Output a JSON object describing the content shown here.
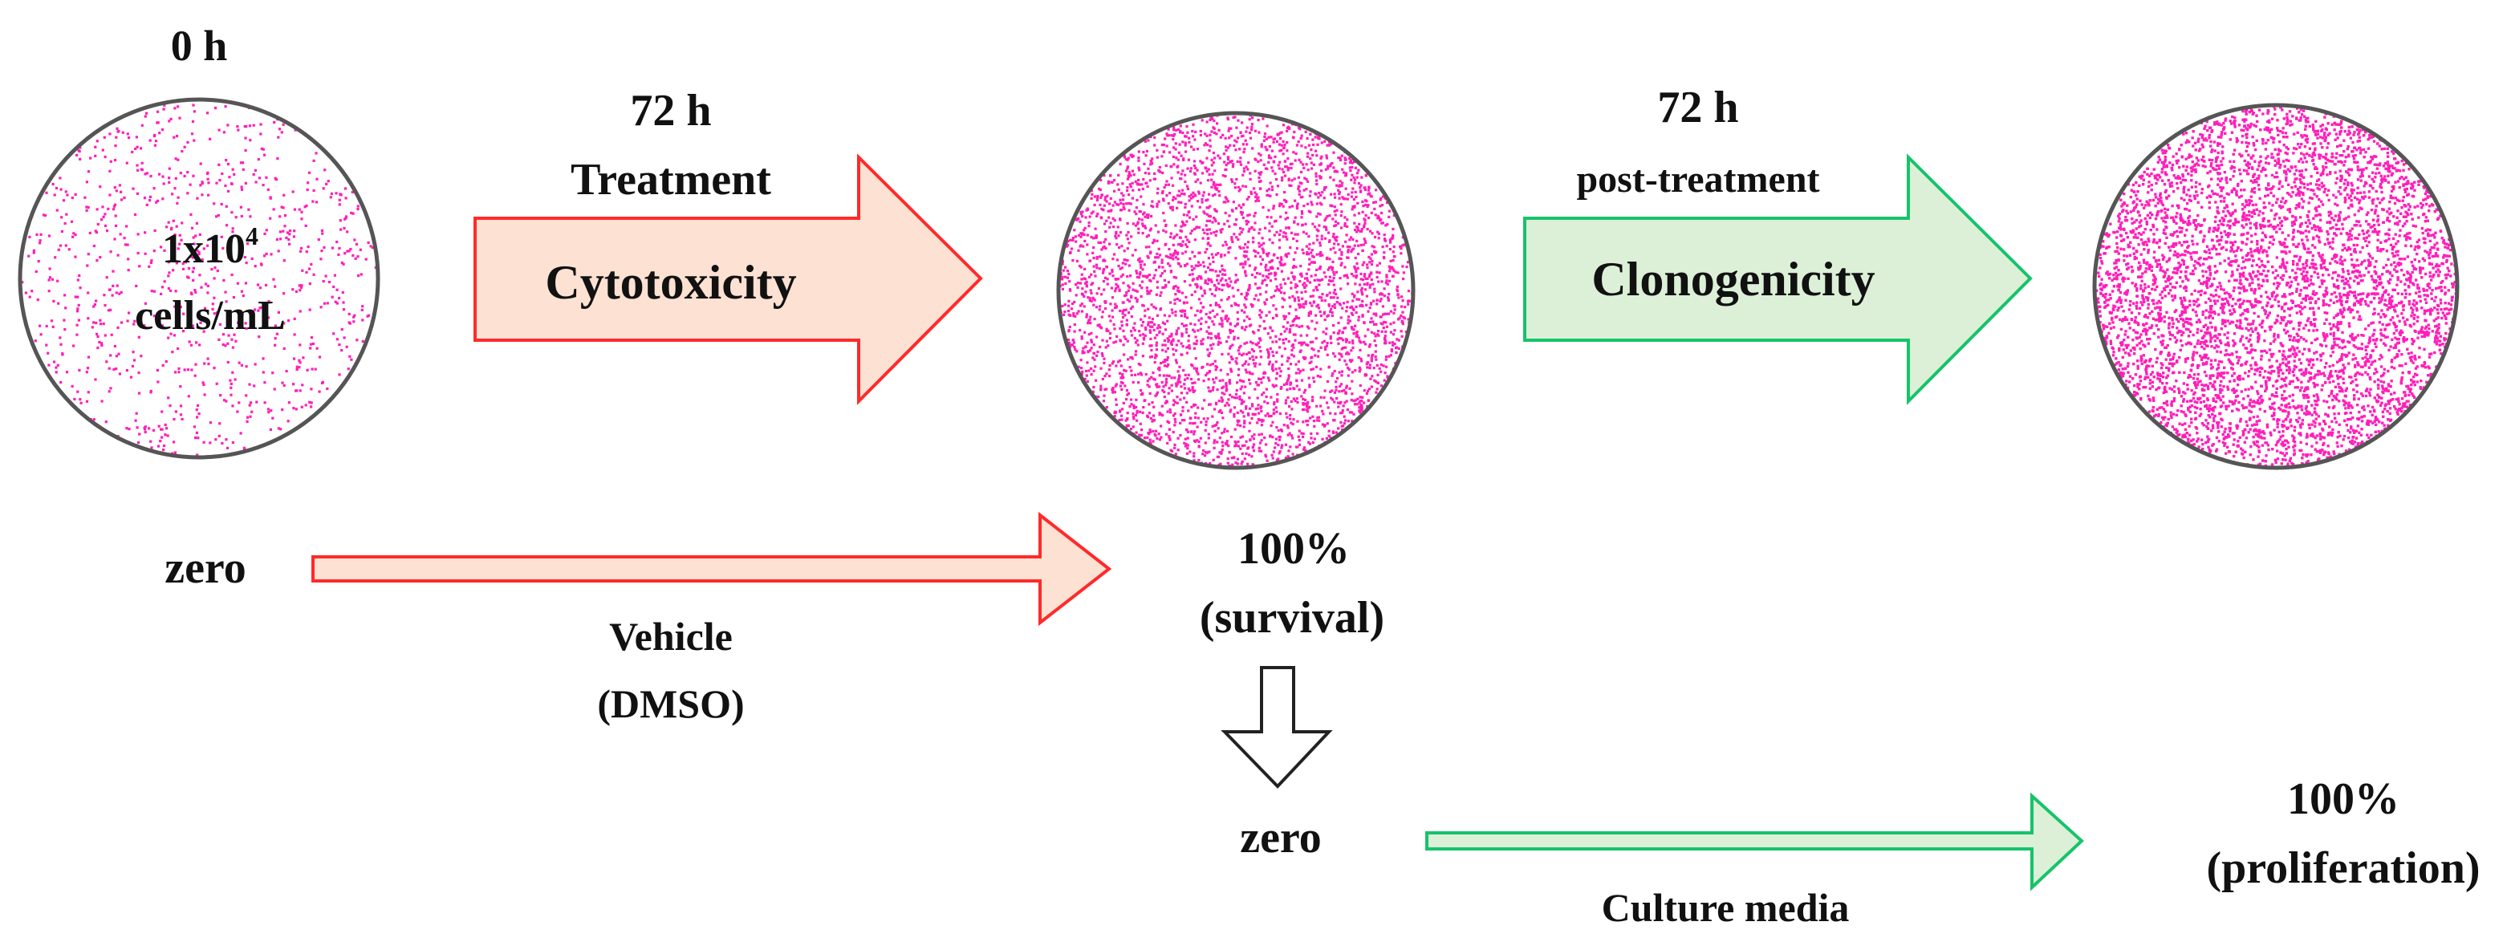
{
  "stages": {
    "start_time": "0 h",
    "seeding_line1": "1x10",
    "seeding_exp": "4",
    "seeding_line2": "cells/mL",
    "treatment_time": "72 h",
    "treatment_label": "Treatment",
    "treatment_arrow_text": "Cytotoxicity",
    "post_time": "72 h",
    "post_label": "post-treatment",
    "post_arrow_text": "Clonogenicity"
  },
  "controls": {
    "vehicle_start": "zero",
    "vehicle_label_1": "Vehicle",
    "vehicle_label_2": "(DMSO)",
    "vehicle_result_1": "100%",
    "vehicle_result_2": "(survival)",
    "media_start": "zero",
    "media_label": "Culture media",
    "media_result_1": "100%",
    "media_result_2": "(proliferation)"
  },
  "colors": {
    "cells": "#ff1fb8",
    "treatment_fill": "#fde1d3",
    "treatment_stroke": "#ff2a2a",
    "post_fill": "#dcf0d8",
    "post_stroke": "#17c36a",
    "dish_stroke": "#555555"
  }
}
